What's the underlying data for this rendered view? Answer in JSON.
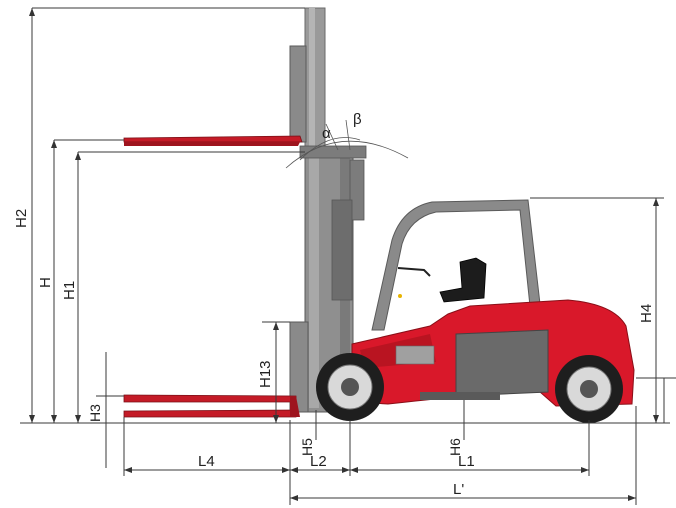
{
  "labels": {
    "H2": "H2",
    "H": "H",
    "H1": "H1",
    "H3": "H3",
    "H13": "H13",
    "H4": "H4",
    "H5": "H5",
    "H6": "H6",
    "L4": "L4",
    "L2": "L2",
    "L1": "L1",
    "Lp": "L'",
    "alpha": "α",
    "beta": "β"
  },
  "colors": {
    "body_red": "#d9182a",
    "mast_gray": "#8c8c8c",
    "dark_gray": "#5a5a5a",
    "tire": "#1e1e1e",
    "fork_red": "#c41b27"
  }
}
